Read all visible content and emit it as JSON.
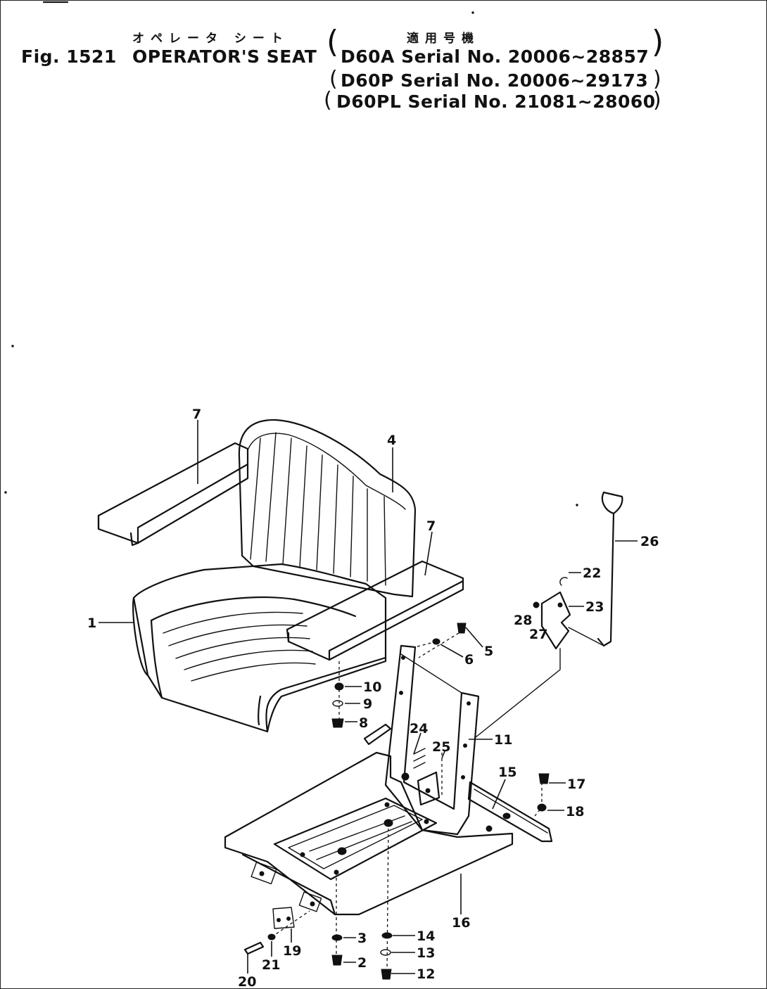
{
  "header": {
    "fig_label": "Fig. 1521",
    "title_jp": "オペレータ シート",
    "title_en": "OPERATOR'S SEAT",
    "applicability_jp": "適用号機",
    "serials": [
      "D60A Serial No. 20006~28857",
      "D60P Serial No. 20006~29173",
      "D60PL Serial No. 21081~28060"
    ]
  },
  "callouts": [
    {
      "label": "1"
    },
    {
      "label": "2"
    },
    {
      "label": "3"
    },
    {
      "label": "4"
    },
    {
      "label": "5"
    },
    {
      "label": "6"
    },
    {
      "label": "7"
    },
    {
      "label": "7"
    },
    {
      "label": "8"
    },
    {
      "label": "9"
    },
    {
      "label": "10"
    },
    {
      "label": "11"
    },
    {
      "label": "12"
    },
    {
      "label": "13"
    },
    {
      "label": "14"
    },
    {
      "label": "15"
    },
    {
      "label": "16"
    },
    {
      "label": "17"
    },
    {
      "label": "18"
    },
    {
      "label": "19"
    },
    {
      "label": "20"
    },
    {
      "label": "21"
    },
    {
      "label": "22"
    },
    {
      "label": "23"
    },
    {
      "label": "24"
    },
    {
      "label": "25"
    },
    {
      "label": "26"
    },
    {
      "label": "27"
    },
    {
      "label": "28"
    }
  ]
}
